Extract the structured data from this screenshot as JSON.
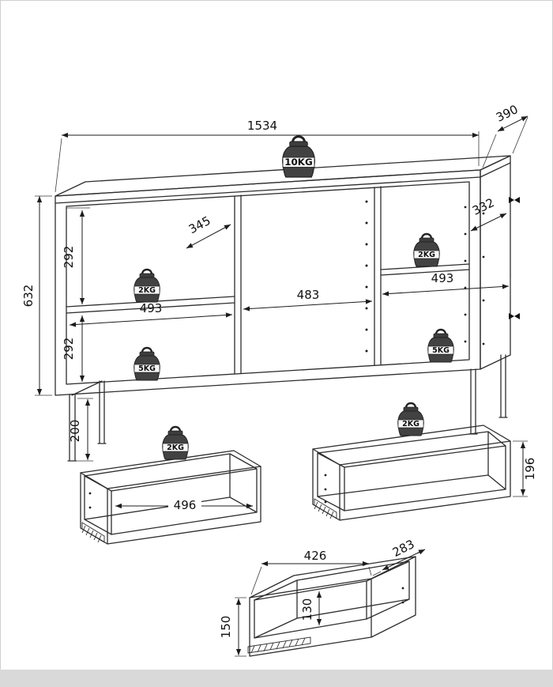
{
  "cabinet": {
    "overall_width": "1534",
    "overall_depth": "390",
    "overall_height": "632",
    "upper_compartment_height": "292",
    "lower_compartment_height": "292",
    "leg_height": "200",
    "shelf_depth": "345",
    "middle_compartment_width": "483",
    "left_compartment_width": "493",
    "right_compartment_width": "493",
    "side_inner_depth": "332",
    "loads": {
      "top": "10KG",
      "left_shelf": "2KG",
      "right_shelf": "2KG",
      "left_bottom": "5KG",
      "right_bottom": "5KG"
    }
  },
  "drawers": {
    "small": {
      "inner_width": "496",
      "load": "2KG"
    },
    "large": {
      "front_height": "196",
      "load": "2KG"
    },
    "detail": {
      "top_width": "426",
      "depth": "283",
      "front_height": "150",
      "inner_height": "130"
    }
  },
  "colors": {
    "line": "#2d2d2d",
    "weight_body": "#424242",
    "scan_edge": "#d9d9d9"
  }
}
